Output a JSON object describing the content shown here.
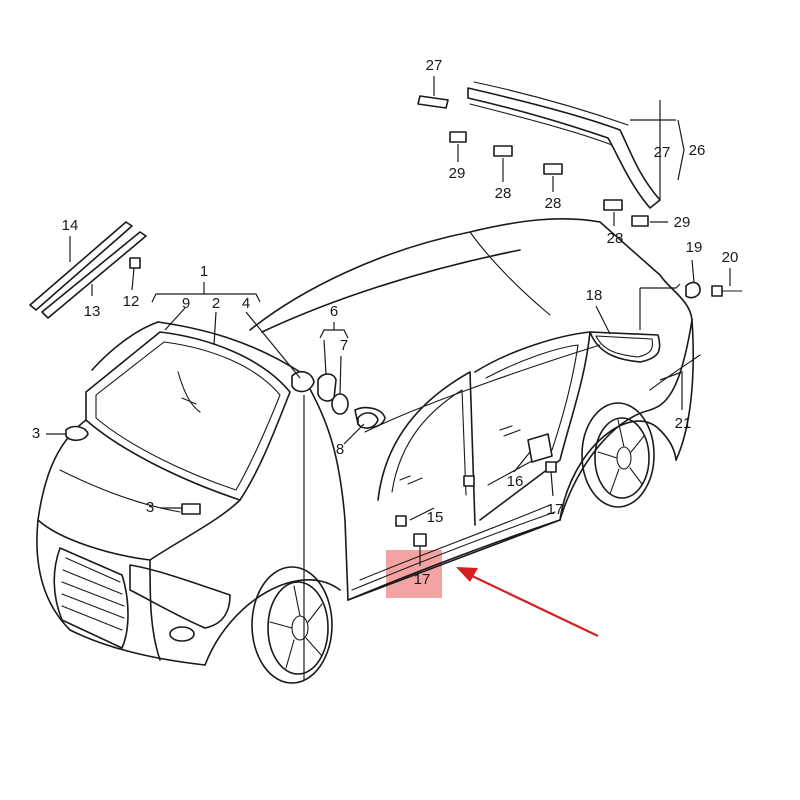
{
  "callouts": [
    {
      "id": "c1",
      "text": "1"
    },
    {
      "id": "c2",
      "text": "2"
    },
    {
      "id": "c9",
      "text": "9"
    },
    {
      "id": "c4",
      "text": "4"
    },
    {
      "id": "c3a",
      "text": "3"
    },
    {
      "id": "c3b",
      "text": "3"
    },
    {
      "id": "c6",
      "text": "6"
    },
    {
      "id": "c7",
      "text": "7"
    },
    {
      "id": "c8",
      "text": "8"
    },
    {
      "id": "c12",
      "text": "12"
    },
    {
      "id": "c13",
      "text": "13"
    },
    {
      "id": "c14",
      "text": "14"
    },
    {
      "id": "c15",
      "text": "15"
    },
    {
      "id": "c16",
      "text": "16"
    },
    {
      "id": "c17a",
      "text": "17"
    },
    {
      "id": "c17b",
      "text": "17"
    },
    {
      "id": "c18",
      "text": "18"
    },
    {
      "id": "c19",
      "text": "19"
    },
    {
      "id": "c20",
      "text": "20"
    },
    {
      "id": "c21",
      "text": "21"
    },
    {
      "id": "c26",
      "text": "26"
    },
    {
      "id": "c27a",
      "text": "27"
    },
    {
      "id": "c27b",
      "text": "27"
    },
    {
      "id": "c28a",
      "text": "28"
    },
    {
      "id": "c28b",
      "text": "28"
    },
    {
      "id": "c28c",
      "text": "28"
    },
    {
      "id": "c29a",
      "text": "29"
    },
    {
      "id": "c29b",
      "text": "29"
    }
  ],
  "highlight": {
    "callout": "17",
    "color": "#f4a3a3"
  },
  "arrow": {
    "color": "#d42020"
  }
}
